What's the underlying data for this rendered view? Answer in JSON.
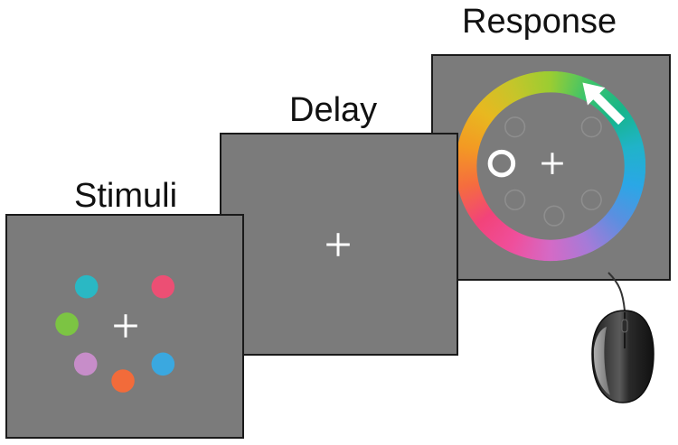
{
  "stages": {
    "stimuli": {
      "label": "Stimuli"
    },
    "delay": {
      "label": "Delay"
    },
    "response": {
      "label": "Response"
    }
  },
  "colors": {
    "screen_background": "#7b7b7b",
    "fixation_cross": "#ffffff",
    "stimulus_teal": "#2ab8c4",
    "stimulus_pink": "#ec4f74",
    "stimulus_green": "#7cc443",
    "stimulus_purple": "#c78dc9",
    "stimulus_orange": "#f26b3a",
    "stimulus_blue": "#3aa8e0",
    "response_cursor": "#ffffff"
  },
  "stimuli_count": 6,
  "icons": {
    "fixation": "plus-cross",
    "response_pointer": "arrow-pointer",
    "input_device": "computer-mouse",
    "selection_marker": "ring-marker"
  }
}
